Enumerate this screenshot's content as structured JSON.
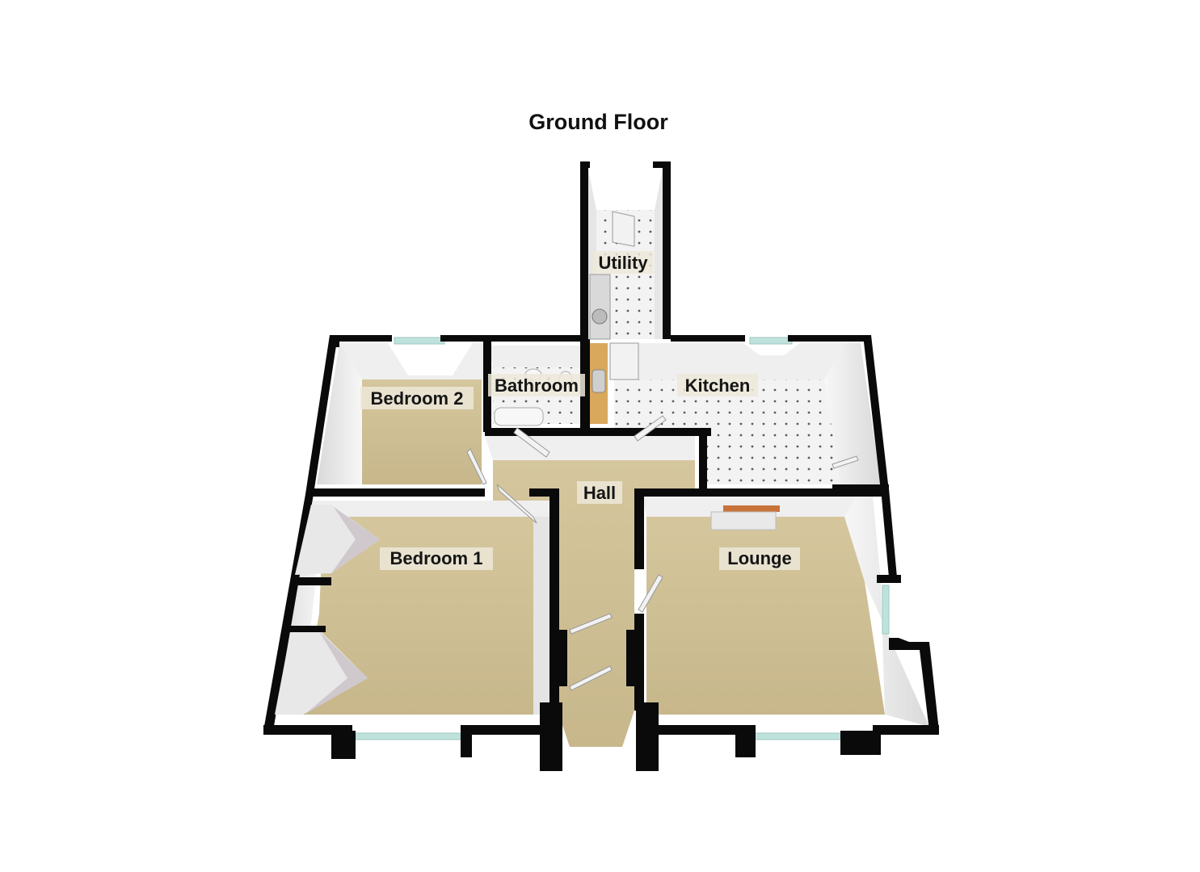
{
  "floor_title": "Ground Floor",
  "rooms": {
    "utility": "Utility",
    "bathroom": "Bathroom",
    "bedroom2": "Bedroom 2",
    "kitchen": "Kitchen",
    "hall": "Hall",
    "bedroom1": "Bedroom 1",
    "lounge": "Lounge"
  },
  "colors": {
    "carpet": "#cdbd93",
    "wall_top": "#0a0a0a",
    "wall_face": "#ececec",
    "tile": "#f2f2f2",
    "window_glass": "#bfe3dc"
  }
}
